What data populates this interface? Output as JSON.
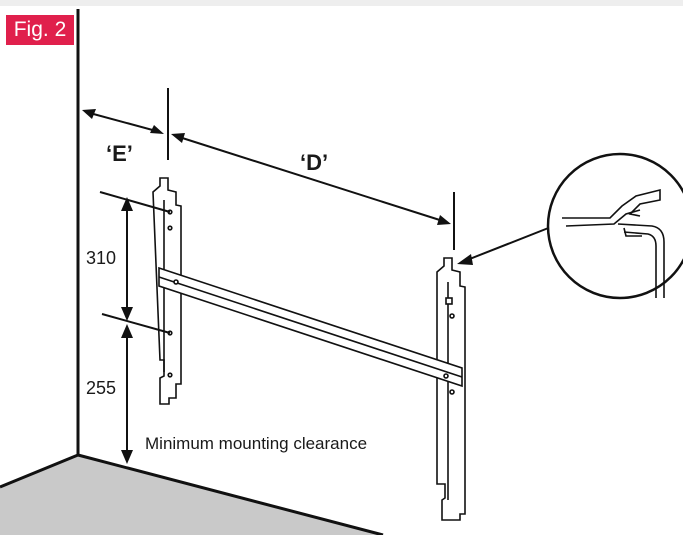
{
  "figure": {
    "label": "Fig. 2",
    "badge_color": "#e0204c"
  },
  "dimensions": {
    "e_label": "‘E’",
    "d_label": "‘D’",
    "upper_height": "310",
    "lower_height": "255"
  },
  "caption": "Minimum mounting clearance",
  "colors": {
    "wall_line": "#111111",
    "floor": "#c9c9c9",
    "bracket": "#ffffff"
  }
}
